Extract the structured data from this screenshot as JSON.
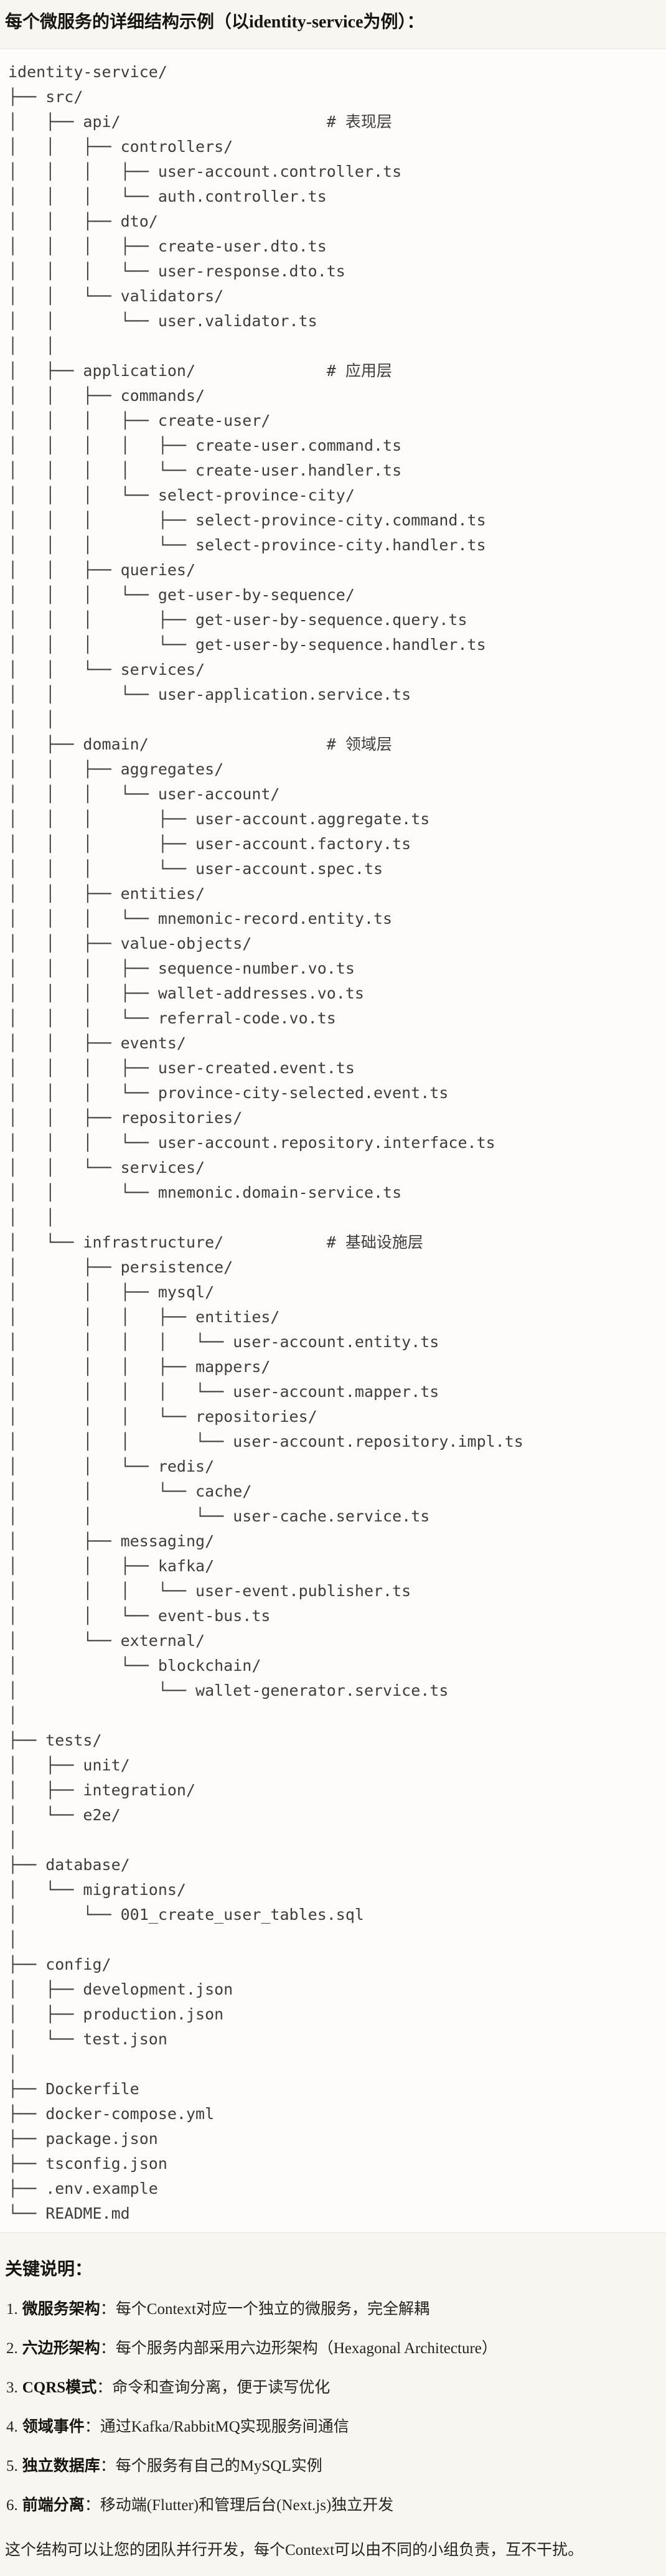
{
  "title": "每个微服务的详细结构示例（以identity-service为例）：",
  "tree_lines": [
    "identity-service/",
    "├── src/",
    "│   ├── api/                      # 表现层",
    "│   │   ├── controllers/",
    "│   │   │   ├── user-account.controller.ts",
    "│   │   │   └── auth.controller.ts",
    "│   │   ├── dto/",
    "│   │   │   ├── create-user.dto.ts",
    "│   │   │   └── user-response.dto.ts",
    "│   │   └── validators/",
    "│   │       └── user.validator.ts",
    "│   │",
    "│   ├── application/              # 应用层",
    "│   │   ├── commands/",
    "│   │   │   ├── create-user/",
    "│   │   │   │   ├── create-user.command.ts",
    "│   │   │   │   └── create-user.handler.ts",
    "│   │   │   └── select-province-city/",
    "│   │   │       ├── select-province-city.command.ts",
    "│   │   │       └── select-province-city.handler.ts",
    "│   │   ├── queries/",
    "│   │   │   └── get-user-by-sequence/",
    "│   │   │       ├── get-user-by-sequence.query.ts",
    "│   │   │       └── get-user-by-sequence.handler.ts",
    "│   │   └── services/",
    "│   │       └── user-application.service.ts",
    "│   │",
    "│   ├── domain/                   # 领域层",
    "│   │   ├── aggregates/",
    "│   │   │   └── user-account/",
    "│   │   │       ├── user-account.aggregate.ts",
    "│   │   │       ├── user-account.factory.ts",
    "│   │   │       └── user-account.spec.ts",
    "│   │   ├── entities/",
    "│   │   │   └── mnemonic-record.entity.ts",
    "│   │   ├── value-objects/",
    "│   │   │   ├── sequence-number.vo.ts",
    "│   │   │   ├── wallet-addresses.vo.ts",
    "│   │   │   └── referral-code.vo.ts",
    "│   │   ├── events/",
    "│   │   │   ├── user-created.event.ts",
    "│   │   │   └── province-city-selected.event.ts",
    "│   │   ├── repositories/",
    "│   │   │   └── user-account.repository.interface.ts",
    "│   │   └── services/",
    "│   │       └── mnemonic.domain-service.ts",
    "│   │",
    "│   └── infrastructure/           # 基础设施层",
    "│       ├── persistence/",
    "│       │   ├── mysql/",
    "│       │   │   ├── entities/",
    "│       │   │   │   └── user-account.entity.ts",
    "│       │   │   ├── mappers/",
    "│       │   │   │   └── user-account.mapper.ts",
    "│       │   │   └── repositories/",
    "│       │   │       └── user-account.repository.impl.ts",
    "│       │   └── redis/",
    "│       │       └── cache/",
    "│       │           └── user-cache.service.ts",
    "│       ├── messaging/",
    "│       │   ├── kafka/",
    "│       │   │   └── user-event.publisher.ts",
    "│       │   └── event-bus.ts",
    "│       └── external/",
    "│           └── blockchain/",
    "│               └── wallet-generator.service.ts",
    "│",
    "├── tests/",
    "│   ├── unit/",
    "│   ├── integration/",
    "│   └── e2e/",
    "│",
    "├── database/",
    "│   └── migrations/",
    "│       └── 001_create_user_tables.sql",
    "│",
    "├── config/",
    "│   ├── development.json",
    "│   ├── production.json",
    "│   └── test.json",
    "│",
    "├── Dockerfile",
    "├── docker-compose.yml",
    "├── package.json",
    "├── tsconfig.json",
    "├── .env.example",
    "└── README.md"
  ],
  "notes": {
    "heading": "关键说明：",
    "items": [
      {
        "num": "1.",
        "term": "微服务架构",
        "sep": "：",
        "text": "每个Context对应一个独立的微服务，完全解耦"
      },
      {
        "num": "2.",
        "term": "六边形架构",
        "sep": "：",
        "text": "每个服务内部采用六边形架构（Hexagonal Architecture）"
      },
      {
        "num": "3.",
        "term": "CQRS模式",
        "sep": "：",
        "text": "命令和查询分离，便于读写优化"
      },
      {
        "num": "4.",
        "term": "领域事件",
        "sep": "：",
        "text": "通过Kafka/RabbitMQ实现服务间通信"
      },
      {
        "num": "5.",
        "term": "独立数据库",
        "sep": "：",
        "text": "每个服务有自己的MySQL实例"
      },
      {
        "num": "6.",
        "term": "前端分离",
        "sep": "：",
        "text": "移动端(Flutter)和管理后台(Next.js)独立开发"
      }
    ],
    "footer": "这个结构可以让您的团队并行开发，每个Context可以由不同的小组负责，互不干扰。"
  }
}
